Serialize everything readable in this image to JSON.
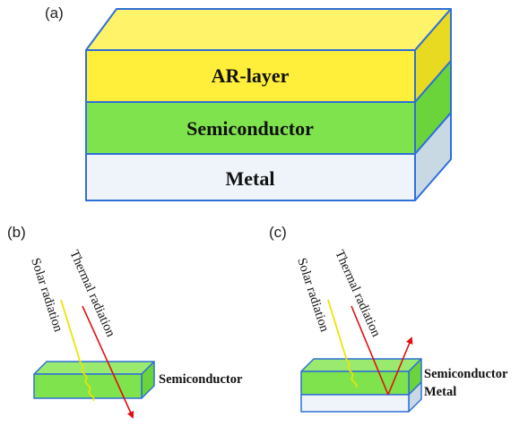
{
  "panels": {
    "a": {
      "label": "(a)"
    },
    "b": {
      "label": "(b)"
    },
    "c": {
      "label": "(c)"
    }
  },
  "layers": {
    "ar": {
      "label": "AR-layer",
      "color": "#FFEF3A"
    },
    "semiconductor": {
      "label": "Semiconductor",
      "color": "#7FE34D"
    },
    "metal": {
      "label": "Metal",
      "color": "#EEF4FA"
    }
  },
  "labels": {
    "solar": "Solar radiation",
    "thermal": "Thermal radiation",
    "semiconductor": "Semiconductor",
    "metal": "Metal"
  },
  "colors": {
    "edge": "#2E6FD8",
    "solar_ray": "#F2E300",
    "thermal_ray": "#E01010"
  }
}
